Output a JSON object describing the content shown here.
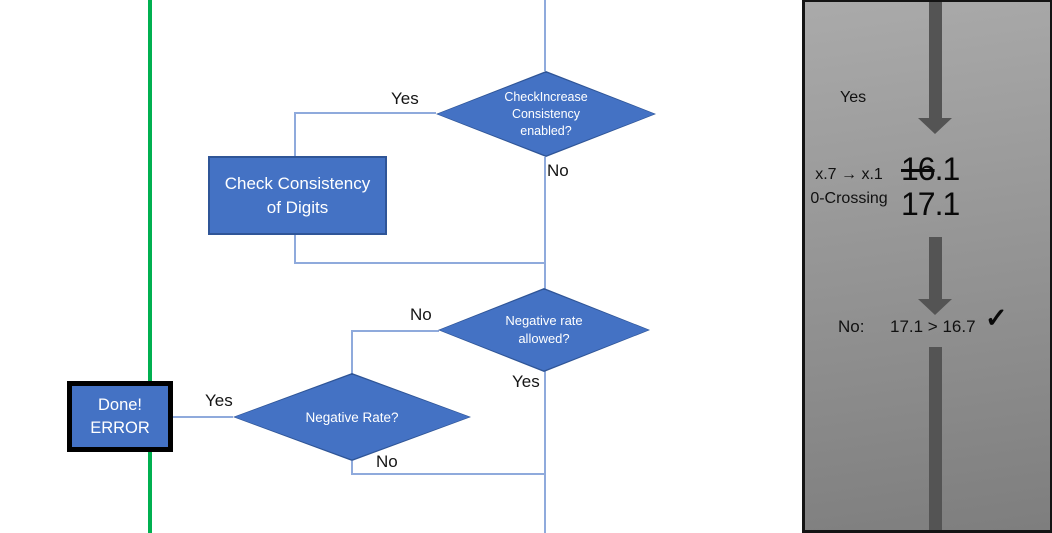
{
  "colors": {
    "shape_fill": "#4472C4",
    "shape_border": "#2F5597",
    "connector": "#8FAADC",
    "green_line": "#00B050",
    "arrow_gray": "#545454",
    "panel_bg_top": "#AAAAAA",
    "panel_bg_bottom": "#7E7E7E"
  },
  "flowchart": {
    "decision_check_increase": [
      "CheckIncrease",
      "Consistency",
      "enabled?"
    ],
    "process_check_consistency": [
      "Check Consistency",
      "of Digits"
    ],
    "decision_negative_rate_allowed": [
      "Negative rate",
      "allowed?"
    ],
    "decision_negative_rate": [
      "Negative Rate?"
    ],
    "terminator_done_error": [
      "Done!",
      "ERROR"
    ],
    "labels": {
      "top_yes": "Yes",
      "top_no": "No",
      "mid_no": "No",
      "mid_yes": "Yes",
      "done_yes": "Yes",
      "bottom_no": "No"
    }
  },
  "panel": {
    "yes_label": "Yes",
    "annotation": [
      "x.7 → x.1",
      "0-Crossing"
    ],
    "old_value_struck": "16",
    "old_value_rest": ".1",
    "new_value": "17.1",
    "result_label": "No:",
    "result_comparison": "17.1 > 16.7",
    "checkmark_icon": "✓"
  }
}
